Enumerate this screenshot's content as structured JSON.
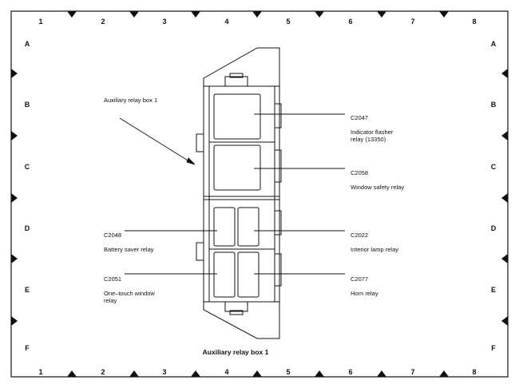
{
  "grid": {
    "columns": [
      "1",
      "2",
      "3",
      "4",
      "5",
      "6",
      "7",
      "8"
    ],
    "rows": [
      "A",
      "B",
      "C",
      "D",
      "E",
      "F"
    ]
  },
  "title_label": "Auxiliary relay box 1",
  "caption": "Auxiliary relay box 1",
  "callouts": {
    "c2047": {
      "code": "C2047",
      "desc": "Indicator flasher\nrelay (13350)"
    },
    "c2058": {
      "code": "C2058",
      "desc": "Window safety relay"
    },
    "c2048": {
      "code": "C2048",
      "desc": "Battery saver relay"
    },
    "c2022": {
      "code": "C2022",
      "desc": "Interior lamp relay"
    },
    "c2051": {
      "code": "C2051",
      "desc": "One–touch window\nrelay"
    },
    "c2077": {
      "code": "C2077",
      "desc": "Horn relay"
    }
  }
}
